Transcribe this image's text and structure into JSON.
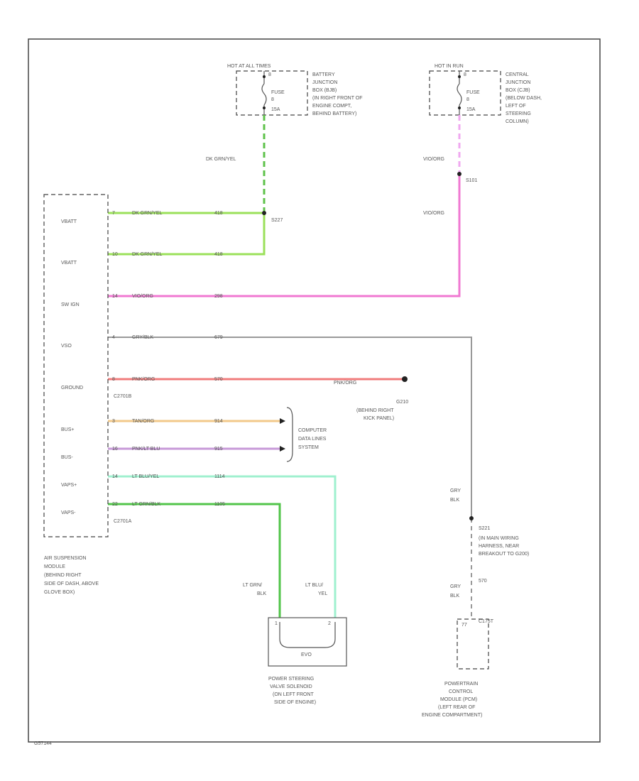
{
  "colors": {
    "dk_grn_yel": "#9be05a",
    "dk_grn_yel_dash": "#5ec24a",
    "vio_org": "#f078d2",
    "vio_org_dash": "#f0a8f0",
    "gry_blk": "#999999",
    "pnk_org": "#f07c7c",
    "tan_org": "#f2c98a",
    "pnk_lt_blu": "#c79ad8",
    "lt_blu_yel": "#9ff0cf",
    "lt_grn_blk": "#52c44a",
    "splice": "#222222",
    "frame": "#444444"
  },
  "fuse1": {
    "header": "HOT AT ALL TIMES",
    "pin_top": "8",
    "name": "FUSE",
    "number": "8",
    "rating": "15A",
    "location": [
      "BATTERY",
      "JUNCTION",
      "BOX (BJB)",
      "(IN RIGHT FRONT OF",
      "ENGINE COMPT,",
      "BEHIND BATTERY)"
    ]
  },
  "fuse2": {
    "header": "HOT IN RUN",
    "pin_top": "8",
    "name": "FUSE",
    "number": "8",
    "rating": "15A",
    "location": [
      "CENTRAL",
      "JUNCTION",
      "BOX (CJB)",
      "(BELOW DASH,",
      "LEFT OF",
      "STEERING",
      "COLUMN)"
    ]
  },
  "wire_labels": {
    "dk_grn_yel": "DK GRN/YEL",
    "vio_org": "VIO/ORG",
    "gry_blk_top": "GRY",
    "gry_blk_bottom": "BLK",
    "lt_grn_top": "LT GRN/",
    "lt_grn_bottom": "BLK",
    "lt_blu_top": "LT BLU/",
    "lt_blu_bottom": "YEL"
  },
  "splices": {
    "s_top": "S101",
    "s_mid": "S227",
    "s_gry": "S221",
    "s_gry_desc": [
      "(IN MAIN WIRING",
      "HARNESS, NEAR",
      "BREAKOUT TO G200)"
    ],
    "s_gry_circuit": "570",
    "ground": "G210",
    "ground_desc": [
      "(BEHIND RIGHT",
      "KICK PANEL)"
    ]
  },
  "module": {
    "connector_top": "C2701B",
    "connector_bottom": "C2701A",
    "description": [
      "AIR SUSPENSION",
      "MODULE",
      "(BEHIND RIGHT",
      "SIDE OF DASH, ABOVE",
      "GLOVE BOX)"
    ],
    "pins": [
      {
        "name": "VBATT",
        "pin": "7",
        "wire": "DK GRN/YEL",
        "circuit": "418"
      },
      {
        "name": "VBATT",
        "pin": "10",
        "wire": "DK GRN/YEL",
        "circuit": "418"
      },
      {
        "name": "SW IGN",
        "pin": "14",
        "wire": "VIO/ORG",
        "circuit": "298"
      },
      {
        "name": "VSO",
        "pin": "4",
        "wire": "GRY/BLK",
        "circuit": "679"
      },
      {
        "name": "GROUND",
        "pin": "8",
        "wire": "PNK/ORG",
        "circuit": "570"
      },
      {
        "name": "BUS+",
        "pin": "3",
        "wire": "TAN/ORG",
        "circuit": "914"
      },
      {
        "name": "BUS-",
        "pin": "16",
        "wire": "PNK/LT BLU",
        "circuit": "915"
      },
      {
        "name": "VAPS+",
        "pin": "14",
        "wire": "LT BLU/YEL",
        "circuit": "1114"
      },
      {
        "name": "VAPS-",
        "pin": "22",
        "wire": "LT GRN/BLK",
        "circuit": "1105"
      }
    ]
  },
  "ground_wire_label": "PNK/ORG",
  "computer": [
    "COMPUTER",
    "DATA LINES",
    "SYSTEM"
  ],
  "solenoid": {
    "pin_left": "1",
    "pin_right": "2",
    "coil": "EVO",
    "description": [
      "POWER STEERING",
      "VALVE SOLENOID",
      "(ON LEFT FRONT",
      "SIDE OF ENGINE)"
    ]
  },
  "pcm": {
    "connector": "C175T",
    "pin": "77",
    "description": [
      "POWERTRAIN",
      "CONTROL",
      "MODULE (PCM)",
      "(LEFT REAR OF",
      "ENGINE COMPARTMENT)"
    ]
  },
  "footer_code": "G57144"
}
